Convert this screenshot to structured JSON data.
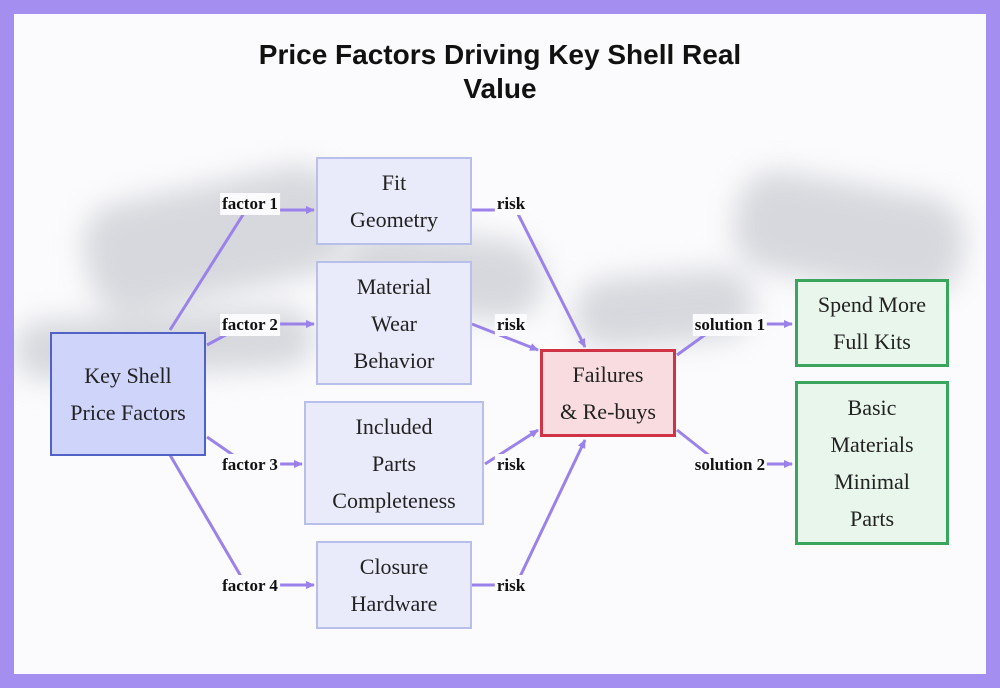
{
  "title": {
    "line1": "Price Factors Driving Key Shell Real",
    "line2": "Value"
  },
  "nodes": {
    "root": [
      "Key Shell",
      "Price Factors"
    ],
    "f1": [
      "Fit",
      "Geometry"
    ],
    "f2": [
      "Material",
      "Wear",
      "Behavior"
    ],
    "f3": [
      "Included",
      "Parts",
      "Completeness"
    ],
    "f4": [
      "Closure",
      "Hardware"
    ],
    "failures": [
      "Failures",
      "& Re-buys"
    ],
    "s1": [
      "Spend More",
      "Full Kits"
    ],
    "s2": [
      "Basic",
      "Materials",
      "Minimal",
      "Parts"
    ]
  },
  "edge_labels": {
    "factor1": "factor 1",
    "factor2": "factor 2",
    "factor3": "factor 3",
    "factor4": "factor 4",
    "risk": "risk",
    "solution1": "solution 1",
    "solution2": "solution 2"
  },
  "colors": {
    "edge": "#9b82ea",
    "frame": "#a48ff0"
  }
}
